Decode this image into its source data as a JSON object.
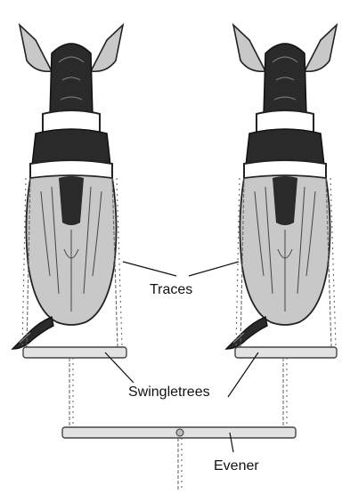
{
  "labels": {
    "traces": "Traces",
    "swingletrees": "Swingletrees",
    "evener": "Evener"
  },
  "colors": {
    "body_fill": "#c8c8c8",
    "dark_hair": "#2a2a2a",
    "outline": "#222222",
    "harness": "#ffffff",
    "bar_fill": "#e2e2e2",
    "chain": "#6a6a6a"
  },
  "icons": [
    "horse-left-rear-view",
    "horse-right-rear-view"
  ]
}
